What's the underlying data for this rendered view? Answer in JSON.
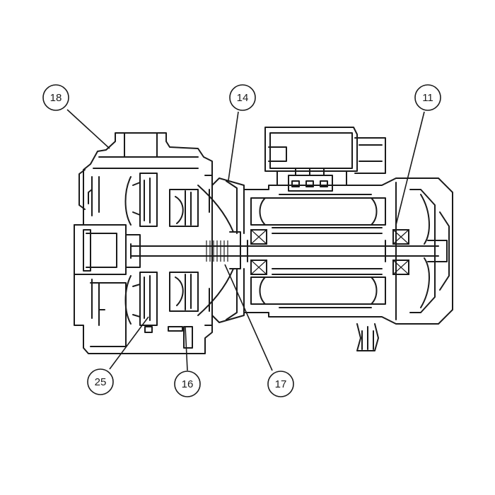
{
  "diagram": {
    "callouts": [
      {
        "id": "c18",
        "label": "18"
      },
      {
        "id": "c14",
        "label": "14"
      },
      {
        "id": "c11",
        "label": "11"
      },
      {
        "id": "c25",
        "label": "25"
      },
      {
        "id": "c16",
        "label": "16"
      },
      {
        "id": "c17",
        "label": "17"
      }
    ],
    "colors": {
      "line": "#1a1a1a",
      "background": "#ffffff"
    }
  }
}
